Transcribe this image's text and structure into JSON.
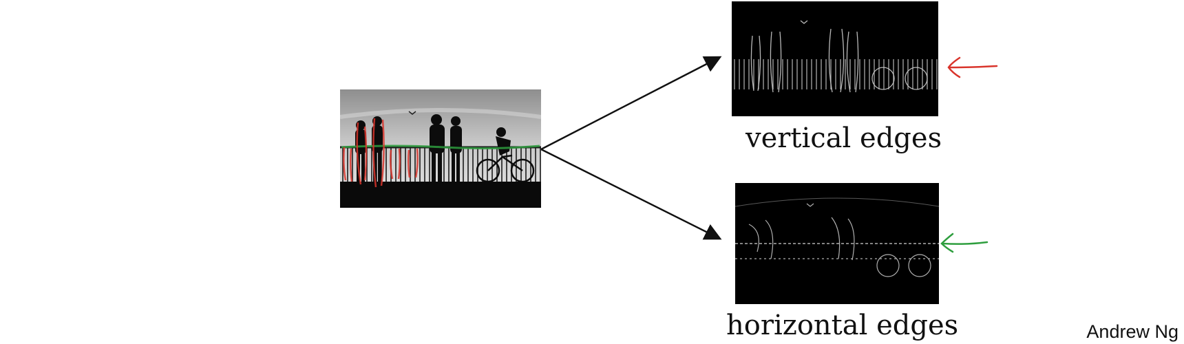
{
  "labels": {
    "vertical": "vertical edges",
    "horizontal": "horizontal edges",
    "author": "Andrew Ng"
  },
  "colors": {
    "vertical_annotation": "#d9342b",
    "horizontal_annotation": "#2e9e3e",
    "arrow": "#111111",
    "edge_background": "#000000",
    "edge_lines": "#d8d8d8"
  },
  "icons": [
    "arrow-right-up-icon",
    "arrow-right-down-icon",
    "hand-drawn-arrow-left-icon"
  ]
}
